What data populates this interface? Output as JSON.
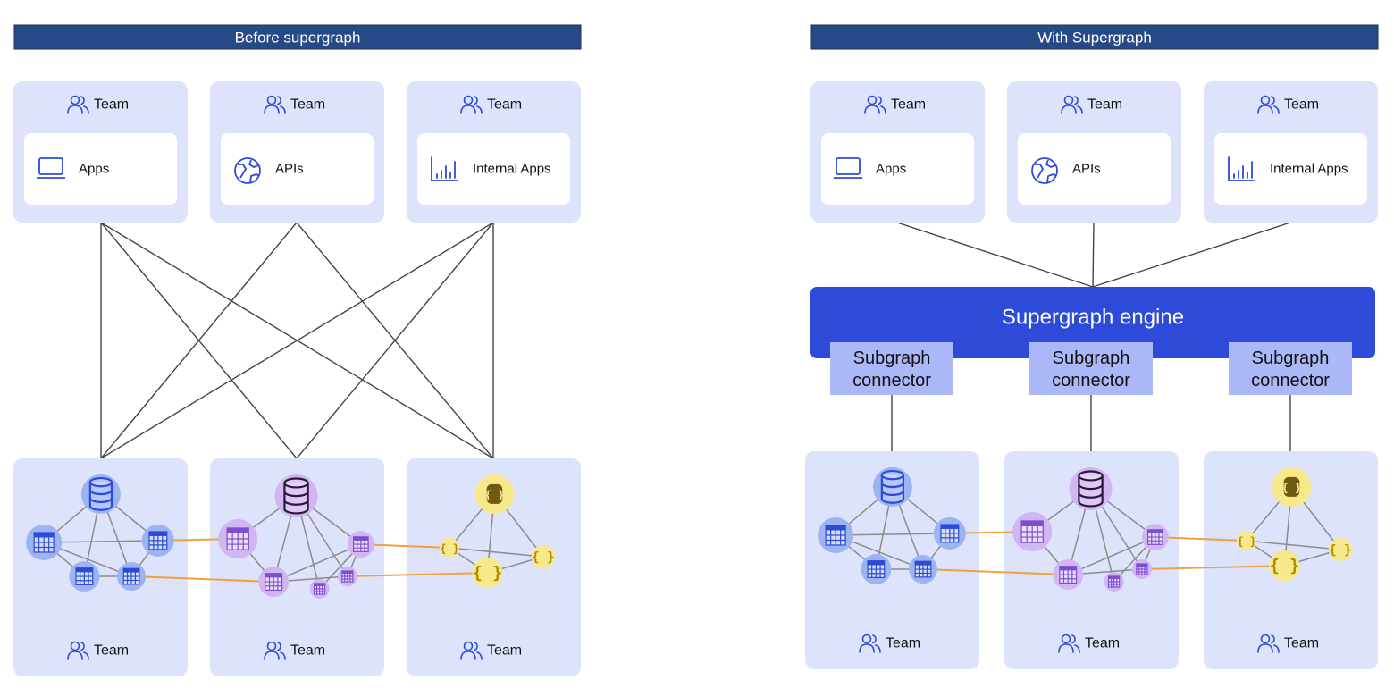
{
  "colors": {
    "banner": "#264a87",
    "panel": "#dde3fb",
    "card": "#ffffff",
    "accent": "#2d4bd8",
    "engine": "#2d4bd8",
    "connector": "#aab8f7",
    "line": "#444444",
    "edge": "#8c8c8c",
    "cross_link": "#f0a040",
    "blue_node": "#9db4f3",
    "purple_node": "#d2b6f2",
    "yellow_node": "#f7e98a"
  },
  "left": {
    "banner": "Before supergraph",
    "consumers": [
      {
        "team": "Team",
        "icon": "laptop-icon",
        "label": "Apps"
      },
      {
        "team": "Team",
        "icon": "globe-icon",
        "label": "APIs"
      },
      {
        "team": "Team",
        "icon": "bar-chart-icon",
        "label": "Internal Apps"
      }
    ],
    "sources": [
      {
        "team": "Team",
        "kind": "blue"
      },
      {
        "team": "Team",
        "kind": "purple"
      },
      {
        "team": "Team",
        "kind": "yellow"
      }
    ]
  },
  "right": {
    "banner": "With Supergraph",
    "consumers": [
      {
        "team": "Team",
        "icon": "laptop-icon",
        "label": "Apps"
      },
      {
        "team": "Team",
        "icon": "globe-icon",
        "label": "APIs"
      },
      {
        "team": "Team",
        "icon": "bar-chart-icon",
        "label": "Internal Apps"
      }
    ],
    "engine": "Supergraph engine",
    "connectors": [
      {
        "line1": "Subgraph",
        "line2": "connector"
      },
      {
        "line1": "Subgraph",
        "line2": "connector"
      },
      {
        "line1": "Subgraph",
        "line2": "connector"
      }
    ],
    "sources": [
      {
        "team": "Team",
        "kind": "blue"
      },
      {
        "team": "Team",
        "kind": "purple"
      },
      {
        "team": "Team",
        "kind": "yellow"
      }
    ]
  }
}
